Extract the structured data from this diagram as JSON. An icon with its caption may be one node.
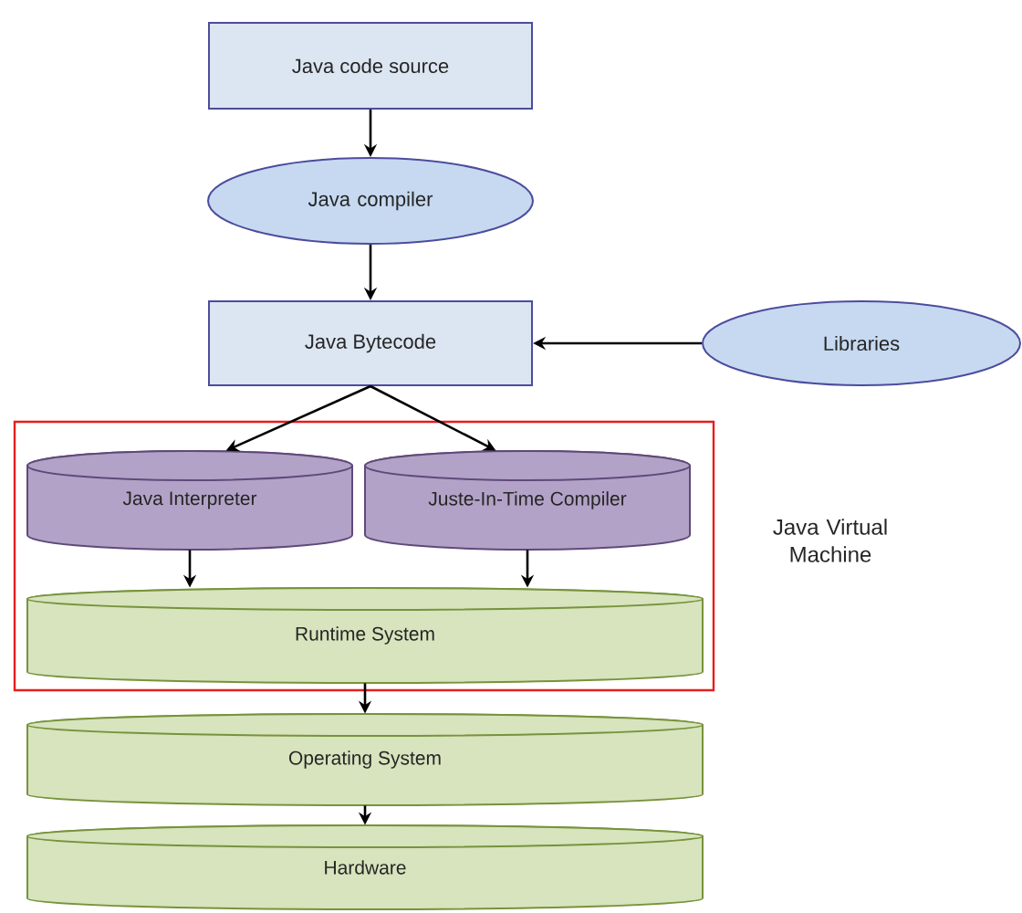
{
  "diagram": {
    "nodes": [
      {
        "text": [
          "Java code source"
        ]
      },
      {
        "text": [
          "Java compiler"
        ]
      },
      {
        "text": [
          "Java Bytecode"
        ]
      },
      {
        "text": [
          "Libraries"
        ]
      },
      {
        "text": [
          "Java Virtual Machine"
        ]
      },
      {
        "text": [
          "Java Interpreter"
        ],
        "in": 4
      },
      {
        "text": [
          "Juste-In-Time Compiler"
        ],
        "in": 4
      },
      {
        "text": [
          "Runtime System"
        ],
        "in": 4
      },
      {
        "text": [
          "Operating System"
        ]
      },
      {
        "text": [
          "Hardware"
        ]
      }
    ],
    "edges": [
      {
        "from": 0,
        "to": 1,
        "arrow": "to"
      },
      {
        "from": 1,
        "to": 2,
        "arrow": "to"
      },
      {
        "from": 3,
        "to": 2,
        "arrow": "to"
      },
      {
        "from": 2,
        "to": 5,
        "arrow": "to"
      },
      {
        "from": 2,
        "to": 6,
        "arrow": "to"
      },
      {
        "from": 5,
        "to": 7,
        "arrow": "to"
      },
      {
        "from": 6,
        "to": 7,
        "arrow": "to"
      },
      {
        "from": 7,
        "to": 8,
        "arrow": "to"
      },
      {
        "from": 8,
        "to": 9,
        "arrow": "to"
      }
    ]
  }
}
